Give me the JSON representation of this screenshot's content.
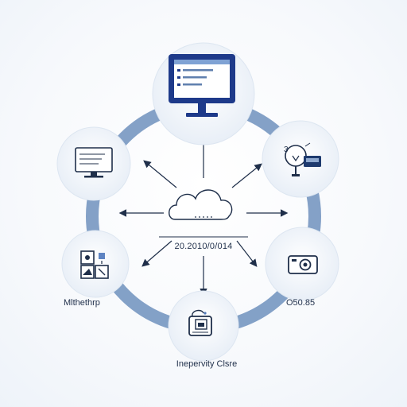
{
  "diagram": {
    "center_label": "20.2010/0/014",
    "left_label": "Mlthethrp",
    "right_label": "O50.85",
    "bottom_label": "Inepervity Clsre"
  },
  "nodes": [
    {
      "id": "top",
      "icon": "monitor-icon"
    },
    {
      "id": "left",
      "icon": "monitor-icon"
    },
    {
      "id": "right-top",
      "icon": "lightbulb-icon"
    },
    {
      "id": "right-bottom",
      "icon": "camera-icon"
    },
    {
      "id": "left-bottom",
      "icon": "blocks-icon"
    },
    {
      "id": "bottom",
      "icon": "clipboard-icon"
    },
    {
      "id": "center",
      "icon": "cloud-icon"
    }
  ],
  "colors": {
    "ring": "#6f90bd",
    "node_fill": "#edf2f8",
    "icon_dark": "#1e3a6e",
    "arrow": "#1f2f4a"
  }
}
